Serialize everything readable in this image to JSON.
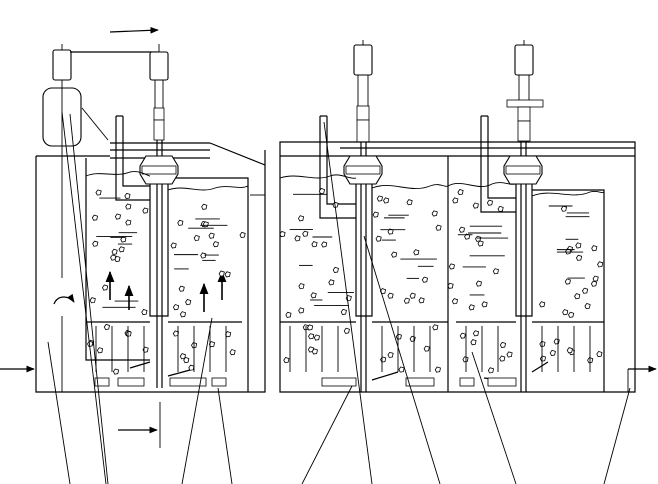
{
  "diagram": {
    "type": "process-apparatus-line-drawing",
    "text_labels": [],
    "colors": {
      "line": "#000000",
      "background": "#ffffff"
    },
    "icons": [
      "arrow-right-icon",
      "arrow-up-icon",
      "rotation-arrow-icon"
    ],
    "components": {
      "motors": 4,
      "tanks": 2,
      "reactor_columns": 3,
      "agitator_shafts": 3,
      "leader_lines": 10,
      "flow_arrows": 7
    }
  }
}
